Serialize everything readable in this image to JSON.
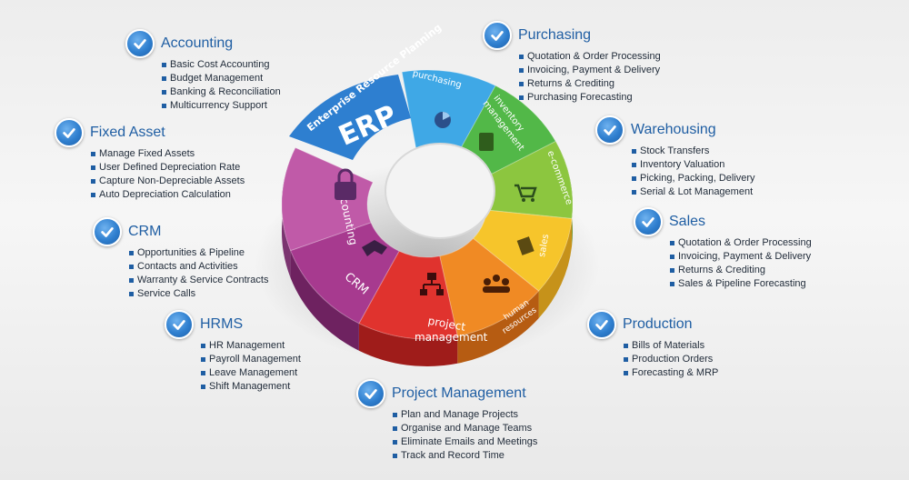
{
  "wheel": {
    "center_title": "ERP",
    "arc_title": "Enterprise Resource Planning",
    "segments": {
      "purchasing": "purchasing",
      "inventory": [
        "inventory",
        "management"
      ],
      "ecommerce": "e-commerce",
      "sales": "sales",
      "human_resources": [
        "human",
        "resources"
      ],
      "project_management": [
        "project",
        "management"
      ],
      "crm": "CRM",
      "accounting": "accounting"
    }
  },
  "groups": {
    "accounting": {
      "title": "Accounting",
      "items": [
        "Basic Cost Accounting",
        "Budget Management",
        "Banking & Reconciliation",
        "Multicurrency Support"
      ]
    },
    "fixed_asset": {
      "title": "Fixed Asset",
      "items": [
        "Manage Fixed Assets",
        "User Defined Depreciation Rate",
        "Capture Non-Depreciable Assets",
        "Auto Depreciation Calculation"
      ]
    },
    "crm": {
      "title": "CRM",
      "items": [
        "Opportunities & Pipeline",
        "Contacts and Activities",
        "Warranty & Service Contracts",
        "Service Calls"
      ]
    },
    "hrms": {
      "title": "HRMS",
      "items": [
        "HR  Management",
        "Payroll Management",
        "Leave Management",
        "Shift Management"
      ]
    },
    "project_management": {
      "title": "Project Management",
      "items": [
        "Plan and Manage Projects",
        "Organise and Manage Teams",
        "Eliminate Emails and Meetings",
        "Track and Record Time"
      ]
    },
    "purchasing": {
      "title": "Purchasing",
      "items": [
        "Quotation & Order Processing",
        "Invoicing, Payment & Delivery",
        "Returns & Crediting",
        "Purchasing Forecasting"
      ]
    },
    "warehousing": {
      "title": "Warehousing",
      "items": [
        "Stock Transfers",
        "Inventory Valuation",
        "Picking, Packing, Delivery",
        "Serial & Lot Management"
      ]
    },
    "sales": {
      "title": "Sales",
      "items": [
        "Quotation & Order Processing",
        "Invoicing, Payment & Delivery",
        "Returns & Crediting",
        "Sales & Pipeline Forecasting"
      ]
    },
    "production": {
      "title": "Production",
      "items": [
        "Bills of Materials",
        "Production Orders",
        "Forecasting & MRP"
      ]
    }
  }
}
